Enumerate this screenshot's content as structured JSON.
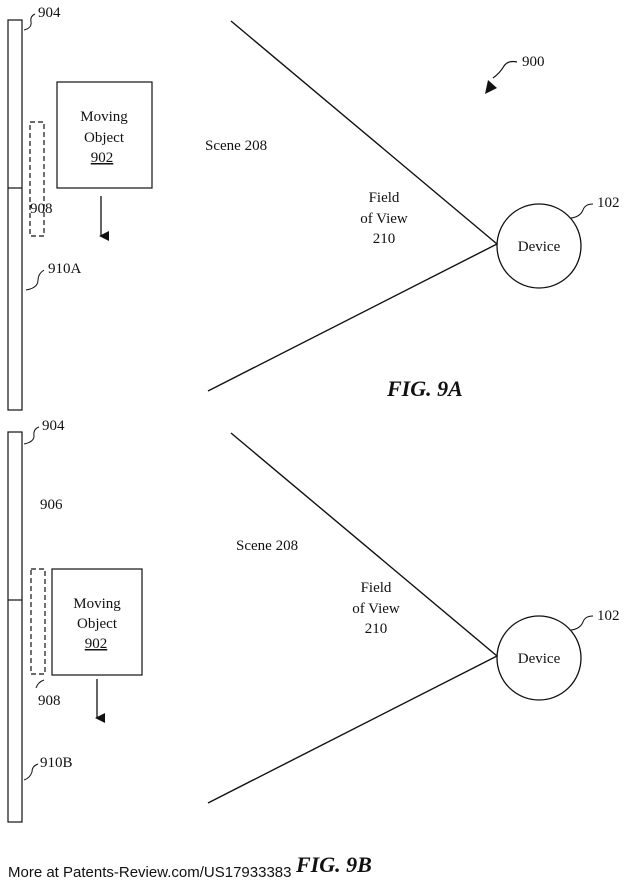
{
  "figures": [
    {
      "id": "9a",
      "caption": "FIG. 9A",
      "ref_figure": "900",
      "ref_top": "904",
      "ref_dashed": "908",
      "ref_lower": "910A",
      "object_line1": "Moving",
      "object_line2": "Object",
      "object_ref": "902",
      "scene": "Scene 208",
      "fov_line1": "Field",
      "fov_line2": "of View",
      "fov_line3": "210",
      "device_label": "Device",
      "device_ref": "102"
    },
    {
      "id": "9b",
      "caption": "FIG. 9B",
      "ref_top": "904",
      "ref_middle": "906",
      "ref_dashed": "908",
      "ref_lower": "910B",
      "object_line1": "Moving",
      "object_line2": "Object",
      "object_ref": "902",
      "scene": "Scene 208",
      "fov_line1": "Field",
      "fov_line2": "of View",
      "fov_line3": "210",
      "device_label": "Device",
      "device_ref": "102"
    }
  ],
  "footer": "More at Patents-Review.com/US17933383"
}
